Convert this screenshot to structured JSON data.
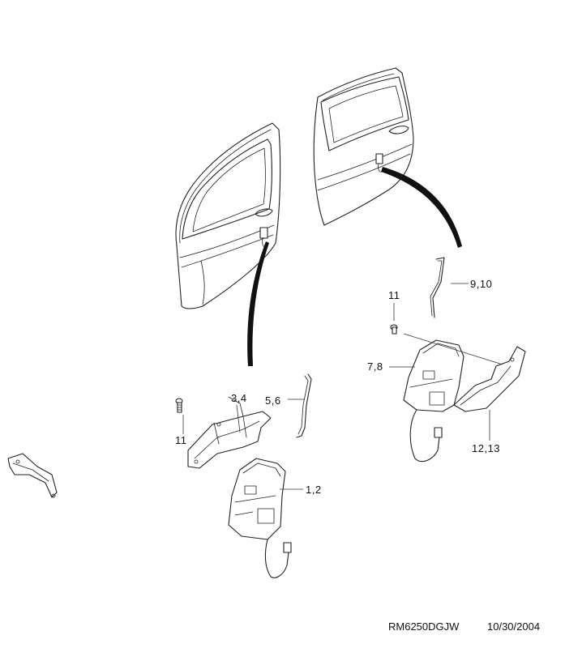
{
  "callouts": {
    "front_actuator": "1,2",
    "front_bracket": "3,4",
    "front_rod": "5,6",
    "front_screw": "11",
    "rear_actuator": "7,8",
    "rear_rod": "9,10",
    "rear_screw": "11",
    "rear_bracket": "12,13"
  },
  "footer": {
    "drawing_code": "RM6250DGJW",
    "date": "10/30/2004"
  }
}
